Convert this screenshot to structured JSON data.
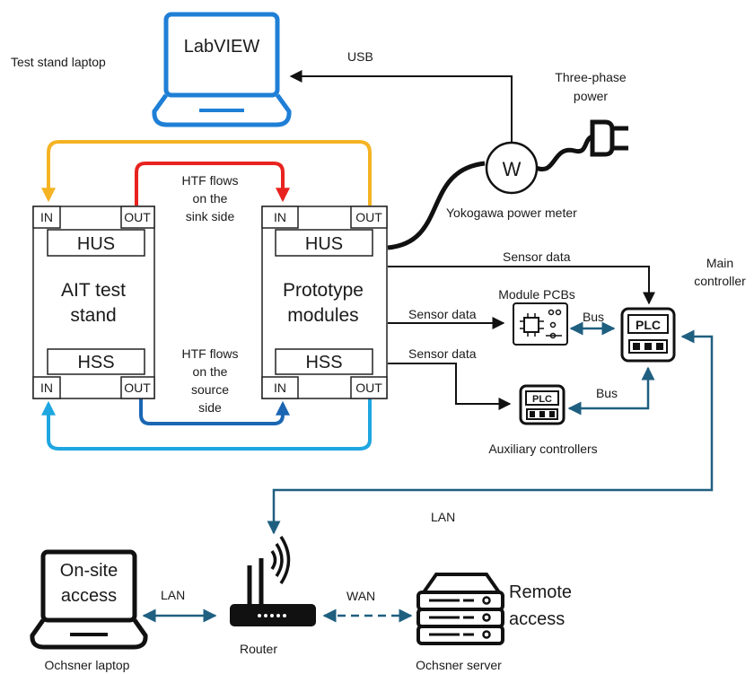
{
  "labels": {
    "test_stand_laptop": "Test stand laptop",
    "labview": "LabVIEW",
    "usb": "USB",
    "three_phase_power": [
      "Three-phase",
      "power"
    ],
    "meter_symbol": "W",
    "yokogawa": "Yokogawa power meter",
    "htf_sink": [
      "HTF flows",
      "on the",
      "sink side"
    ],
    "htf_source": [
      "HTF flows",
      "on the",
      "source",
      "side"
    ],
    "in": "IN",
    "out": "OUT",
    "hus": "HUS",
    "hss": "HSS",
    "ait_test_stand": [
      "AIT test",
      "stand"
    ],
    "prototype_modules": [
      "Prototype",
      "modules"
    ],
    "sensor_data": "Sensor data",
    "module_pcbs": "Module PCBs",
    "bus": "Bus",
    "main_controller": [
      "Main",
      "controller"
    ],
    "plc": "PLC",
    "auxiliary_controllers": "Auxiliary controllers",
    "lan": "LAN",
    "wan": "WAN",
    "on_site_access": [
      "On-site",
      "access"
    ],
    "ochsner_laptop": "Ochsner laptop",
    "router": "Router",
    "ochsner_server": "Ochsner server",
    "remote_access": [
      "Remote",
      "access"
    ]
  },
  "colors": {
    "laptop_blue": "#1f7fd6",
    "yellow_loop": "#f5b323",
    "red_loop": "#e8231f",
    "light_blue_loop": "#1ea6e0",
    "dark_blue_loop": "#1a66b3",
    "teal_link": "#1f5f80",
    "black": "#111111"
  }
}
